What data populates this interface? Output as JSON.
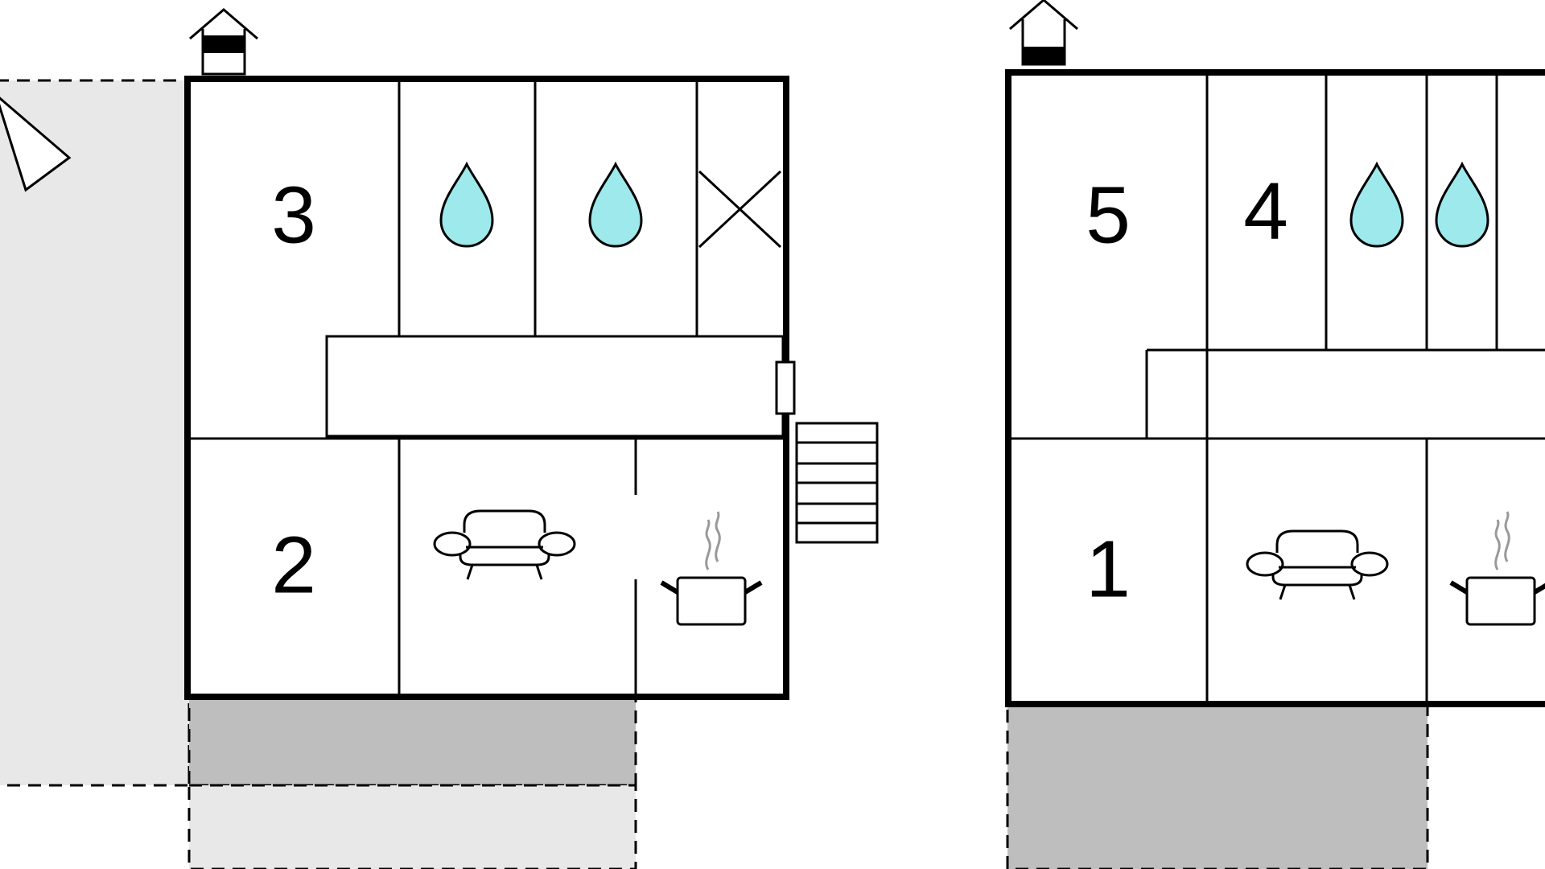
{
  "plans": [
    {
      "name": "left-floor-plan",
      "rooms": [
        "3",
        "2"
      ],
      "icons": [
        "house-icon",
        "north-arrow-icon",
        "water-drop-icon",
        "water-drop-icon",
        "x-mark-icon",
        "door-icon",
        "stairs-icon",
        "sofa-icon",
        "cooking-pot-icon"
      ]
    },
    {
      "name": "right-floor-plan",
      "rooms": [
        "5",
        "4",
        "1"
      ],
      "icons": [
        "house-icon",
        "water-drop-icon",
        "water-drop-icon",
        "sofa-icon",
        "cooking-pot-icon"
      ]
    }
  ],
  "colors": {
    "line": "#000000",
    "water": "#9de9ec",
    "steam": "#999999",
    "shade_light": "#e8e8e8",
    "shade_dark": "#bebebe",
    "background": "#ffffff"
  }
}
